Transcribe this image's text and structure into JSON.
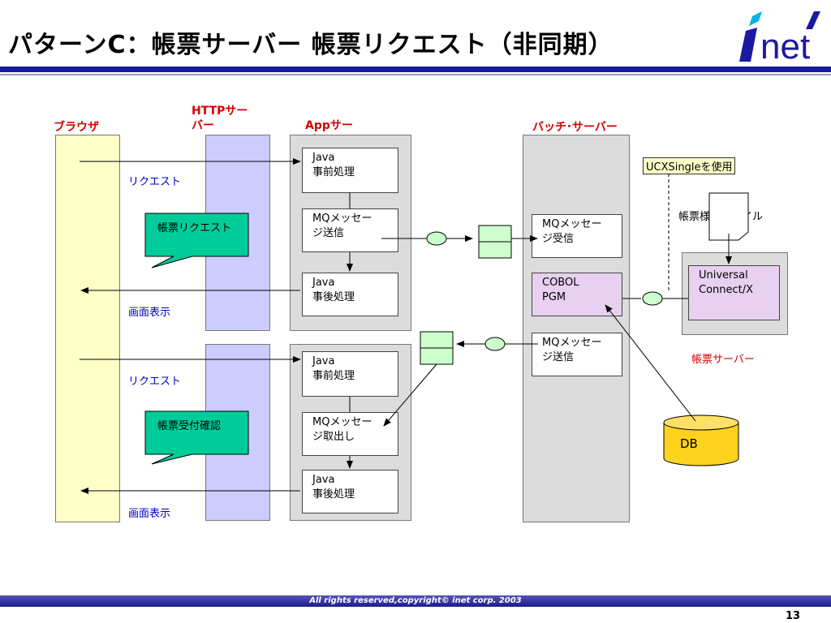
{
  "title": "パターンC：帳票サーバー 帳票リクエスト（非同期）",
  "logo": {
    "text": "inet"
  },
  "columns": {
    "browser": "ブラウザ",
    "http": "HTTPサー\nバー",
    "app": "Appサー\nバー",
    "batch": "バッチ･サーバー"
  },
  "app_boxes": {
    "pre1": "Java\n事前処理",
    "mq_send": "MQメッセー\nジ送信",
    "post1": "Java\n事後処理",
    "pre2": "Java\n事前処理",
    "mq_get": "MQメッセー\nジ取出し",
    "post2": "Java\n事後処理"
  },
  "batch_boxes": {
    "mq_recv": "MQメッセー\nジ受信",
    "cobol": "COBOL\nPGM",
    "mq_send": "MQメッセー\nジ送信"
  },
  "arrows": {
    "request1": "リクエスト",
    "display1": "画面表示",
    "request2": "リクエスト",
    "display2": "画面表示"
  },
  "callouts": {
    "request": "帳票リクエスト",
    "accept": "帳票受付確認"
  },
  "form_server": {
    "note": "UCXSingleを使用",
    "file": "帳票様式ファイル",
    "product": "Universal\nConnect/X",
    "caption": "帳票サーバー"
  },
  "db": "DB",
  "footer": "All rights reserved,copyright© inet corp. 2003",
  "page_number": "13",
  "colors": {
    "browser": "#ffffc8",
    "http": "#ccccff",
    "server": "#dcdcdc",
    "callout": "#00cc99",
    "queue": "#ccffcc",
    "db": "#ffd21e",
    "product": "#e8d0f0",
    "title_rule": "#1a1aa0"
  }
}
